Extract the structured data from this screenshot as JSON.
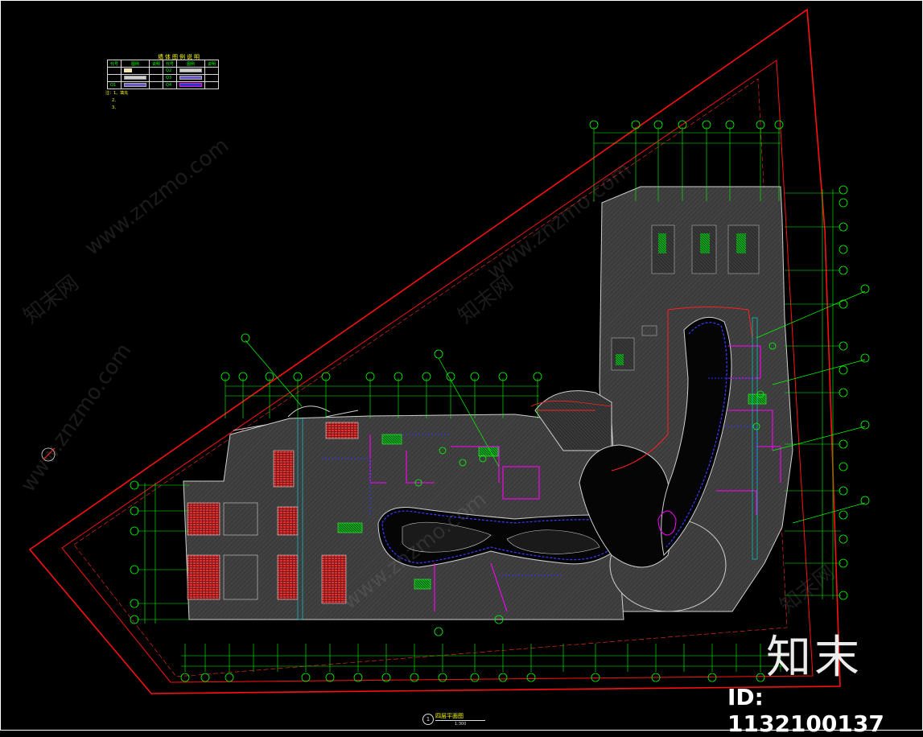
{
  "legend": {
    "title": "墙体图例说明",
    "headers": [
      "代号",
      "图例",
      "说明",
      "代号",
      "图例",
      "说明"
    ],
    "rows": [
      {
        "code_a": "",
        "desc_a": "",
        "code_b": "Q2",
        "desc_b": ""
      },
      {
        "code_a": "",
        "desc_a": "",
        "code_b": "Q3",
        "desc_b": ""
      },
      {
        "code_a": "Q1",
        "desc_a": "",
        "code_b": "Q4",
        "desc_b": ""
      }
    ]
  },
  "notes": [
    "注：1、填充",
    "2、",
    "3、"
  ],
  "drawing_title": {
    "number": "1",
    "name": "四层平面图",
    "scale": "1:300"
  },
  "watermark": {
    "logo": "知末",
    "id": "ID: 1132100137",
    "site": "www.znzmo.com",
    "site_cn": "知末网"
  },
  "colors": {
    "background": "#000000",
    "boundary": "#ff0000",
    "axis": "#00ff00",
    "wall": "#cfcfcf",
    "floor": "#3a3a3a",
    "accent_magenta": "#ff00ff",
    "accent_blue": "#3030ff",
    "label_yellow": "#ffff00"
  }
}
